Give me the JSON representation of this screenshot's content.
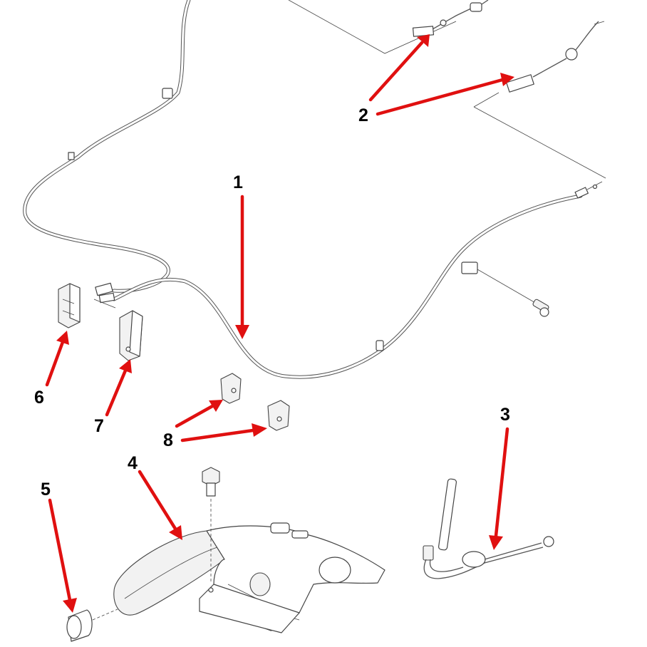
{
  "callouts": [
    {
      "id": "1",
      "label": "1"
    },
    {
      "id": "2",
      "label": "2"
    },
    {
      "id": "3",
      "label": "3"
    },
    {
      "id": "4",
      "label": "4"
    },
    {
      "id": "5",
      "label": "5"
    },
    {
      "id": "6",
      "label": "6"
    },
    {
      "id": "7",
      "label": "7"
    },
    {
      "id": "8",
      "label": "8"
    }
  ],
  "colors": {
    "arrow": "#e01010",
    "line_art": "#444444",
    "background": "#ffffff"
  }
}
